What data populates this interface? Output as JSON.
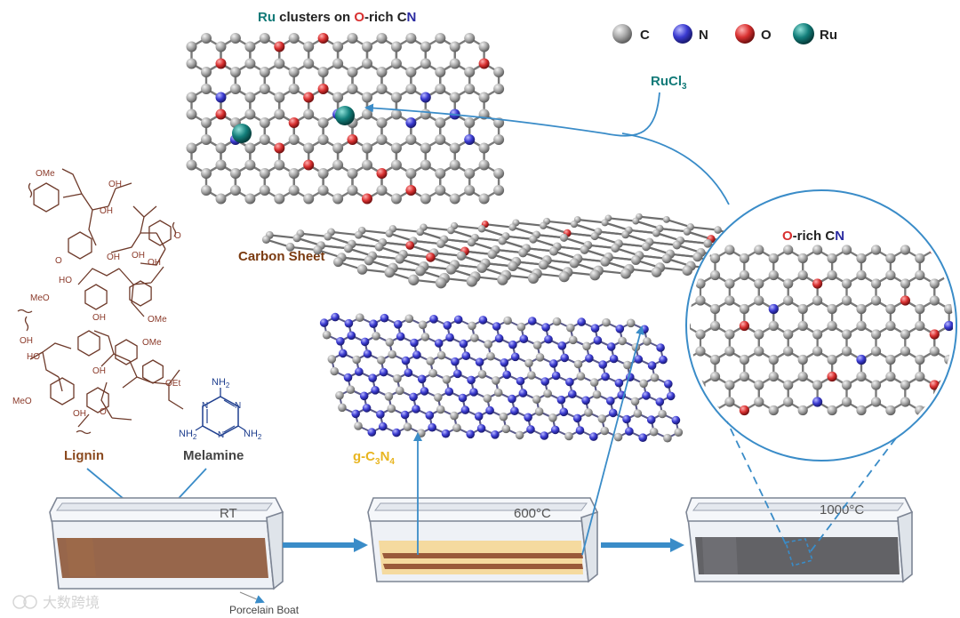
{
  "title": {
    "ru": "Ru",
    "mid": " clusters on ",
    "o": "O",
    "rich": "-rich C",
    "n": "N"
  },
  "legend": [
    {
      "label": "C",
      "color": "#9e9e9e"
    },
    {
      "label": "N",
      "color": "#3a3ad0"
    },
    {
      "label": "O",
      "color": "#d83030"
    },
    {
      "label": "Ru",
      "color": "#127a78"
    }
  ],
  "reagent": {
    "main": "RuCl",
    "sub": "3"
  },
  "circle_title": {
    "o": "O",
    "rich": "-rich C",
    "n": "N"
  },
  "labels": {
    "carbon_sheet": "Carbon Sheet",
    "gcn_prefix": "g-C",
    "gcn_sub1": "3",
    "gcn_mid": "N",
    "gcn_sub2": "4",
    "lignin": "Lignin",
    "melamine": "Melamine",
    "porcelain_boat": "Porcelain Boat"
  },
  "boats": [
    {
      "temp": "RT"
    },
    {
      "temp": "600°C"
    },
    {
      "temp": "1000°C"
    }
  ],
  "melamine": {
    "nh2": "NH",
    "sub": "2",
    "n": "N"
  },
  "lignin_groups": {
    "oh": "OH",
    "ome": "OMe",
    "meo": "MeO",
    "o": "O",
    "ho": "HO",
    "oet": "OEt"
  },
  "colors": {
    "carbon": "#9e9e9e",
    "nitrogen": "#3a3ad0",
    "oxygen": "#d83030",
    "ruthenium": "#127a78",
    "arrow": "#3a8cc8",
    "lignin_text": "#8b3a2a",
    "lignin_label": "#8b4a1f",
    "gcn_label": "#e8b520",
    "title_teal": "#127a78",
    "title_red": "#d83030",
    "title_blue": "#2a2aa0"
  },
  "watermark": "大数跨境"
}
